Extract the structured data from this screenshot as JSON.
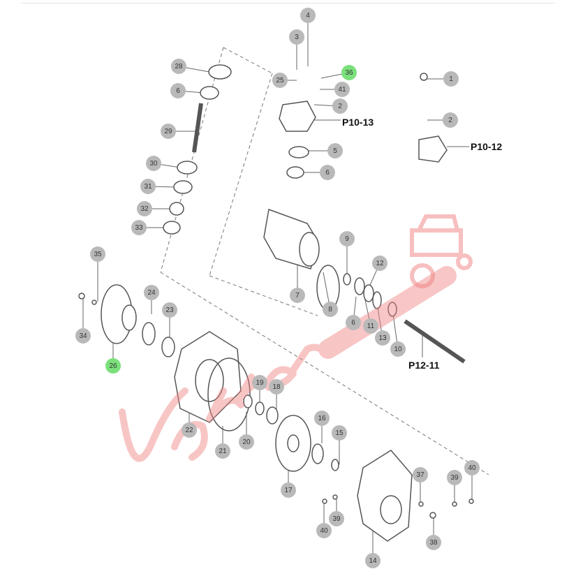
{
  "diagram": {
    "callouts": [
      {
        "label": "4"
      },
      {
        "label": "3"
      },
      {
        "label": "25"
      },
      {
        "label": "36",
        "highlighted": true
      },
      {
        "label": "41"
      },
      {
        "label": "2"
      },
      {
        "label": "1"
      },
      {
        "label": "2"
      },
      {
        "label": "28"
      },
      {
        "label": "6"
      },
      {
        "label": "29"
      },
      {
        "label": "5"
      },
      {
        "label": "6"
      },
      {
        "label": "30"
      },
      {
        "label": "31"
      },
      {
        "label": "32"
      },
      {
        "label": "33"
      },
      {
        "label": "9"
      },
      {
        "label": "12"
      },
      {
        "label": "7"
      },
      {
        "label": "8"
      },
      {
        "label": "35"
      },
      {
        "label": "24"
      },
      {
        "label": "23"
      },
      {
        "label": "34"
      },
      {
        "label": "26",
        "highlighted": true
      },
      {
        "label": "6"
      },
      {
        "label": "11"
      },
      {
        "label": "13"
      },
      {
        "label": "10"
      },
      {
        "label": "19"
      },
      {
        "label": "18"
      },
      {
        "label": "22"
      },
      {
        "label": "20"
      },
      {
        "label": "21"
      },
      {
        "label": "16"
      },
      {
        "label": "15"
      },
      {
        "label": "17"
      },
      {
        "label": "37"
      },
      {
        "label": "39"
      },
      {
        "label": "40"
      },
      {
        "label": "40"
      },
      {
        "label": "39"
      },
      {
        "label": "38"
      },
      {
        "label": "14"
      }
    ],
    "page_refs": [
      {
        "label": "P10-13"
      },
      {
        "label": "P10-12"
      },
      {
        "label": "P12-11"
      }
    ],
    "highlight_color": "#7be07b",
    "watermark": {
      "text": "Vanner EQUIPMENT",
      "color": "#f08080"
    }
  }
}
